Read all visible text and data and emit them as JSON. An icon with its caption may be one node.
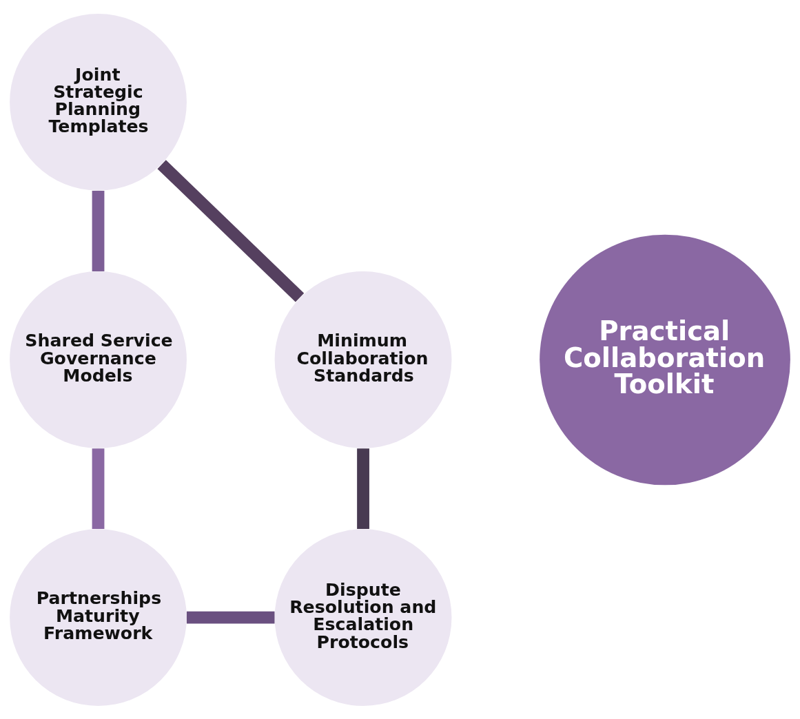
{
  "diagram": {
    "nodes": [
      {
        "text": [
          "Practical Collaboration Toolkit"
        ]
      },
      {
        "text": [
          "Joint Strategic Planning Templates"
        ]
      },
      {
        "text": [
          "Shared Service Governance Models"
        ]
      },
      {
        "text": [
          "Partnerships Maturity Framework"
        ]
      },
      {
        "text": [
          "Dispute Resolution and Escalation Protocols"
        ]
      },
      {
        "text": [
          "Minimum Collaboration Standards"
        ]
      }
    ],
    "edges": [
      {
        "from": 1,
        "to": 2,
        "arrow": "none",
        "color": "#7d5f96"
      },
      {
        "from": 2,
        "to": 3,
        "arrow": "none",
        "color": "#8a68a3"
      },
      {
        "from": 3,
        "to": 4,
        "arrow": "none",
        "color": "#6a5080"
      },
      {
        "from": 4,
        "to": 5,
        "arrow": "none",
        "color": "#483a52"
      },
      {
        "from": 5,
        "to": 1,
        "arrow": "none",
        "color": "#55405f"
      }
    ]
  }
}
